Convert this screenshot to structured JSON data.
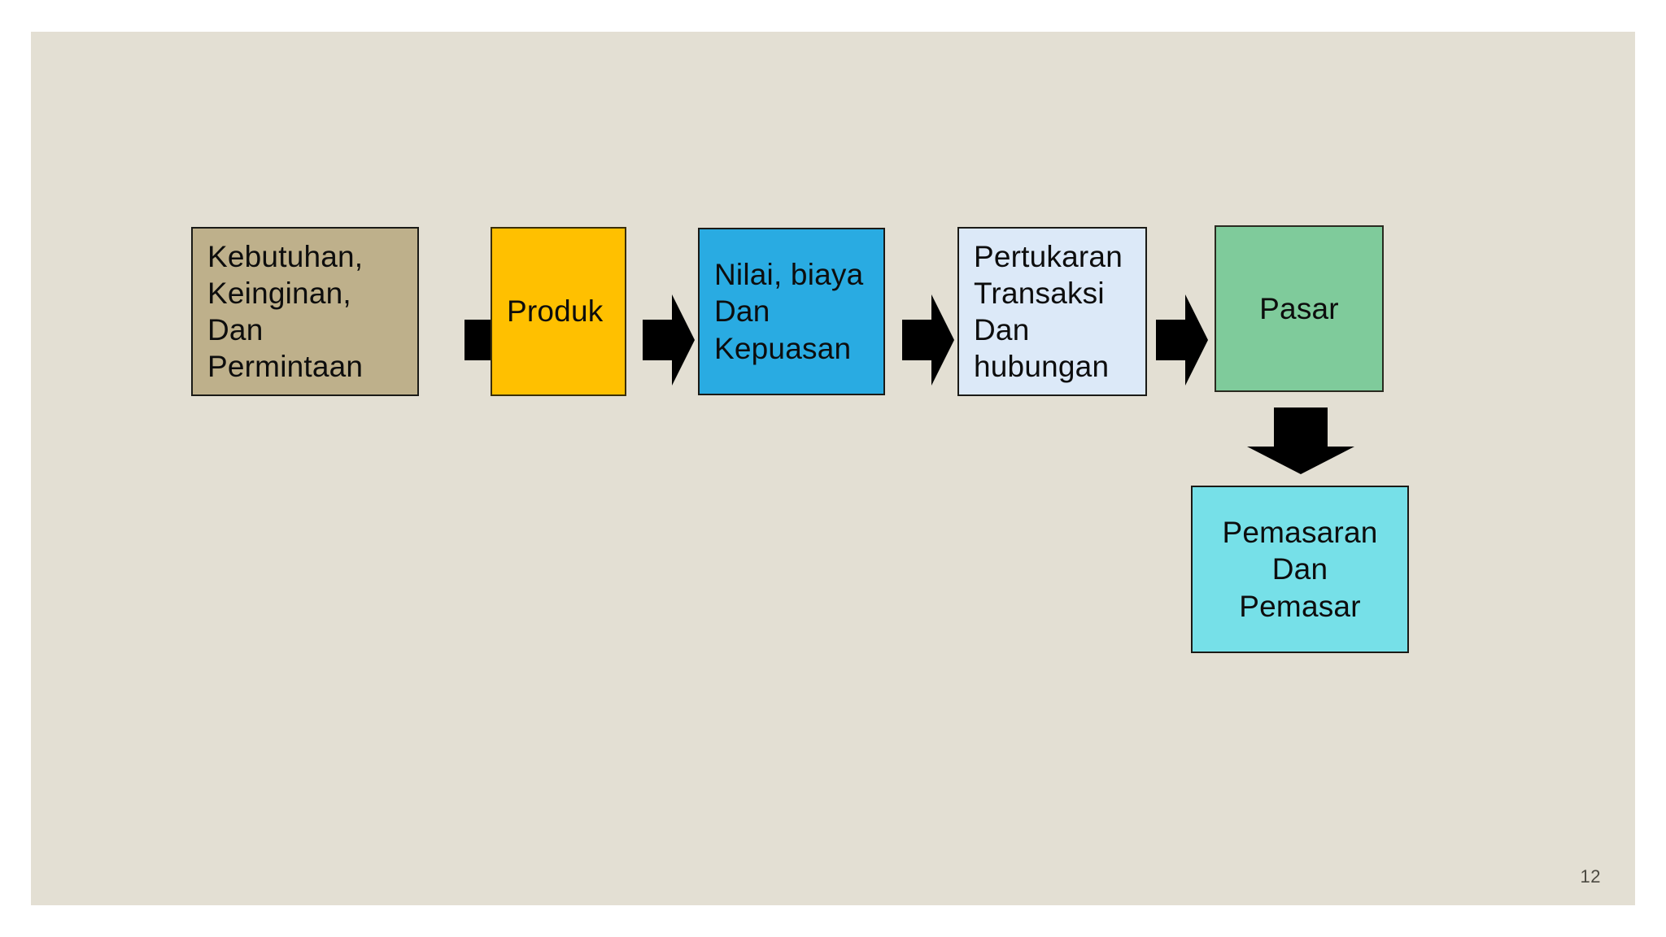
{
  "slide": {
    "page_number": "12",
    "background_color": "#E3DFD3",
    "canvas_color": "#FFFFFF"
  },
  "diagram": {
    "type": "flow",
    "orientation": "left-to-right with one downward branch",
    "nodes": [
      {
        "id": "needs",
        "name": "kebutuhan-keinginan-permintaan",
        "lines": [
          "Kebutuhan,",
          "Keinginan,",
          "Dan",
          "Permintaan"
        ],
        "fill_color": "#BEB08B",
        "border_color": "#1A1A16",
        "text_color": "#0D0D0D",
        "text_align": "left"
      },
      {
        "id": "product",
        "name": "produk",
        "lines": [
          "Produk"
        ],
        "fill_color": "#FFC000",
        "border_color": "#3A2F08",
        "text_color": "#0D0D0D",
        "text_align": "left"
      },
      {
        "id": "value",
        "name": "nilai-biaya-kepuasan",
        "lines": [
          "Nilai, biaya",
          "Dan",
          "Kepuasan"
        ],
        "fill_color": "#29ABE2",
        "border_color": "#1A1A16",
        "text_color": "#0D0D0D",
        "text_align": "left"
      },
      {
        "id": "exchange",
        "name": "pertukaran-transaksi-hubungan",
        "lines": [
          "Pertukaran",
          "Transaksi",
          "Dan",
          "hubungan"
        ],
        "fill_color": "#DCE9F8",
        "border_color": "#1A1A16",
        "text_color": "#0D0D0D",
        "text_align": "left"
      },
      {
        "id": "market",
        "name": "pasar",
        "lines": [
          "Pasar"
        ],
        "fill_color": "#7FCB9B",
        "border_color": "#2A2A20",
        "text_color": "#0D0D0D",
        "text_align": "center"
      },
      {
        "id": "marketing",
        "name": "pemasaran-dan-pemasar",
        "lines": [
          "Pemasaran",
          "Dan",
          "Pemasar"
        ],
        "fill_color": "#76E0E8",
        "border_color": "#1A1A16",
        "text_color": "#0D0D0D",
        "text_align": "center"
      }
    ],
    "connectors": [
      {
        "id": "a1",
        "name": "arrow-needs-to-product",
        "direction": "right",
        "color": "#000000"
      },
      {
        "id": "a2",
        "name": "arrow-product-to-value",
        "direction": "right",
        "color": "#000000"
      },
      {
        "id": "a3",
        "name": "arrow-value-to-exchange",
        "direction": "right",
        "color": "#000000"
      },
      {
        "id": "a4",
        "name": "arrow-exchange-to-market",
        "direction": "right",
        "color": "#000000"
      },
      {
        "id": "a5",
        "name": "arrow-market-to-marketing",
        "direction": "down",
        "color": "#000000"
      }
    ]
  }
}
